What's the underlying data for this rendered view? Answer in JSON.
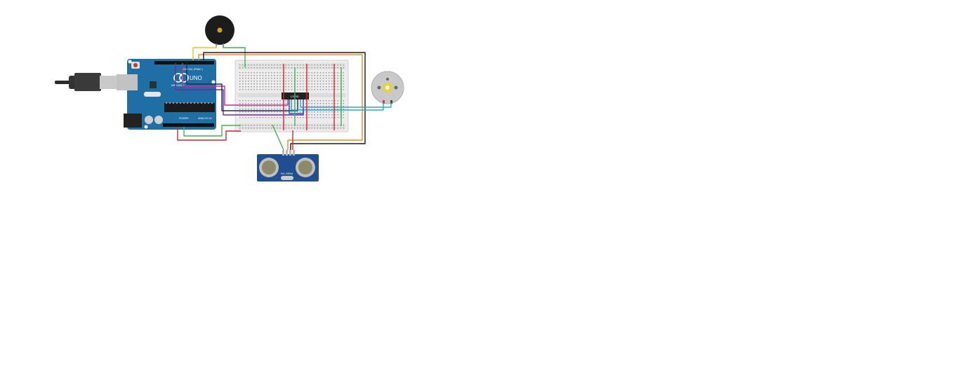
{
  "arduino": {
    "logo_text": "UNO",
    "brand_text": "ARDUINO",
    "digital_header": "DIGITAL (PWM~)",
    "power_header": "POWER",
    "analog_header": "ANALOG IN"
  },
  "motor_driver": {
    "label": "L293D"
  },
  "ultrasonic": {
    "label": "HC-SR04"
  },
  "colors": {
    "board_blue": "#1f6fa5",
    "breadboard": "#ececec",
    "wire_red": "#e0202a",
    "wire_green": "#3fb34f",
    "wire_yellow": "#e8c619",
    "wire_orange": "#f08a1c",
    "wire_black": "#1a1a1a",
    "wire_navy": "#1c2a6b",
    "wire_magenta": "#c2318f",
    "wire_purple": "#6b2fa0",
    "wire_cyan": "#2aa7c9",
    "wire_blue": "#2250c8"
  }
}
